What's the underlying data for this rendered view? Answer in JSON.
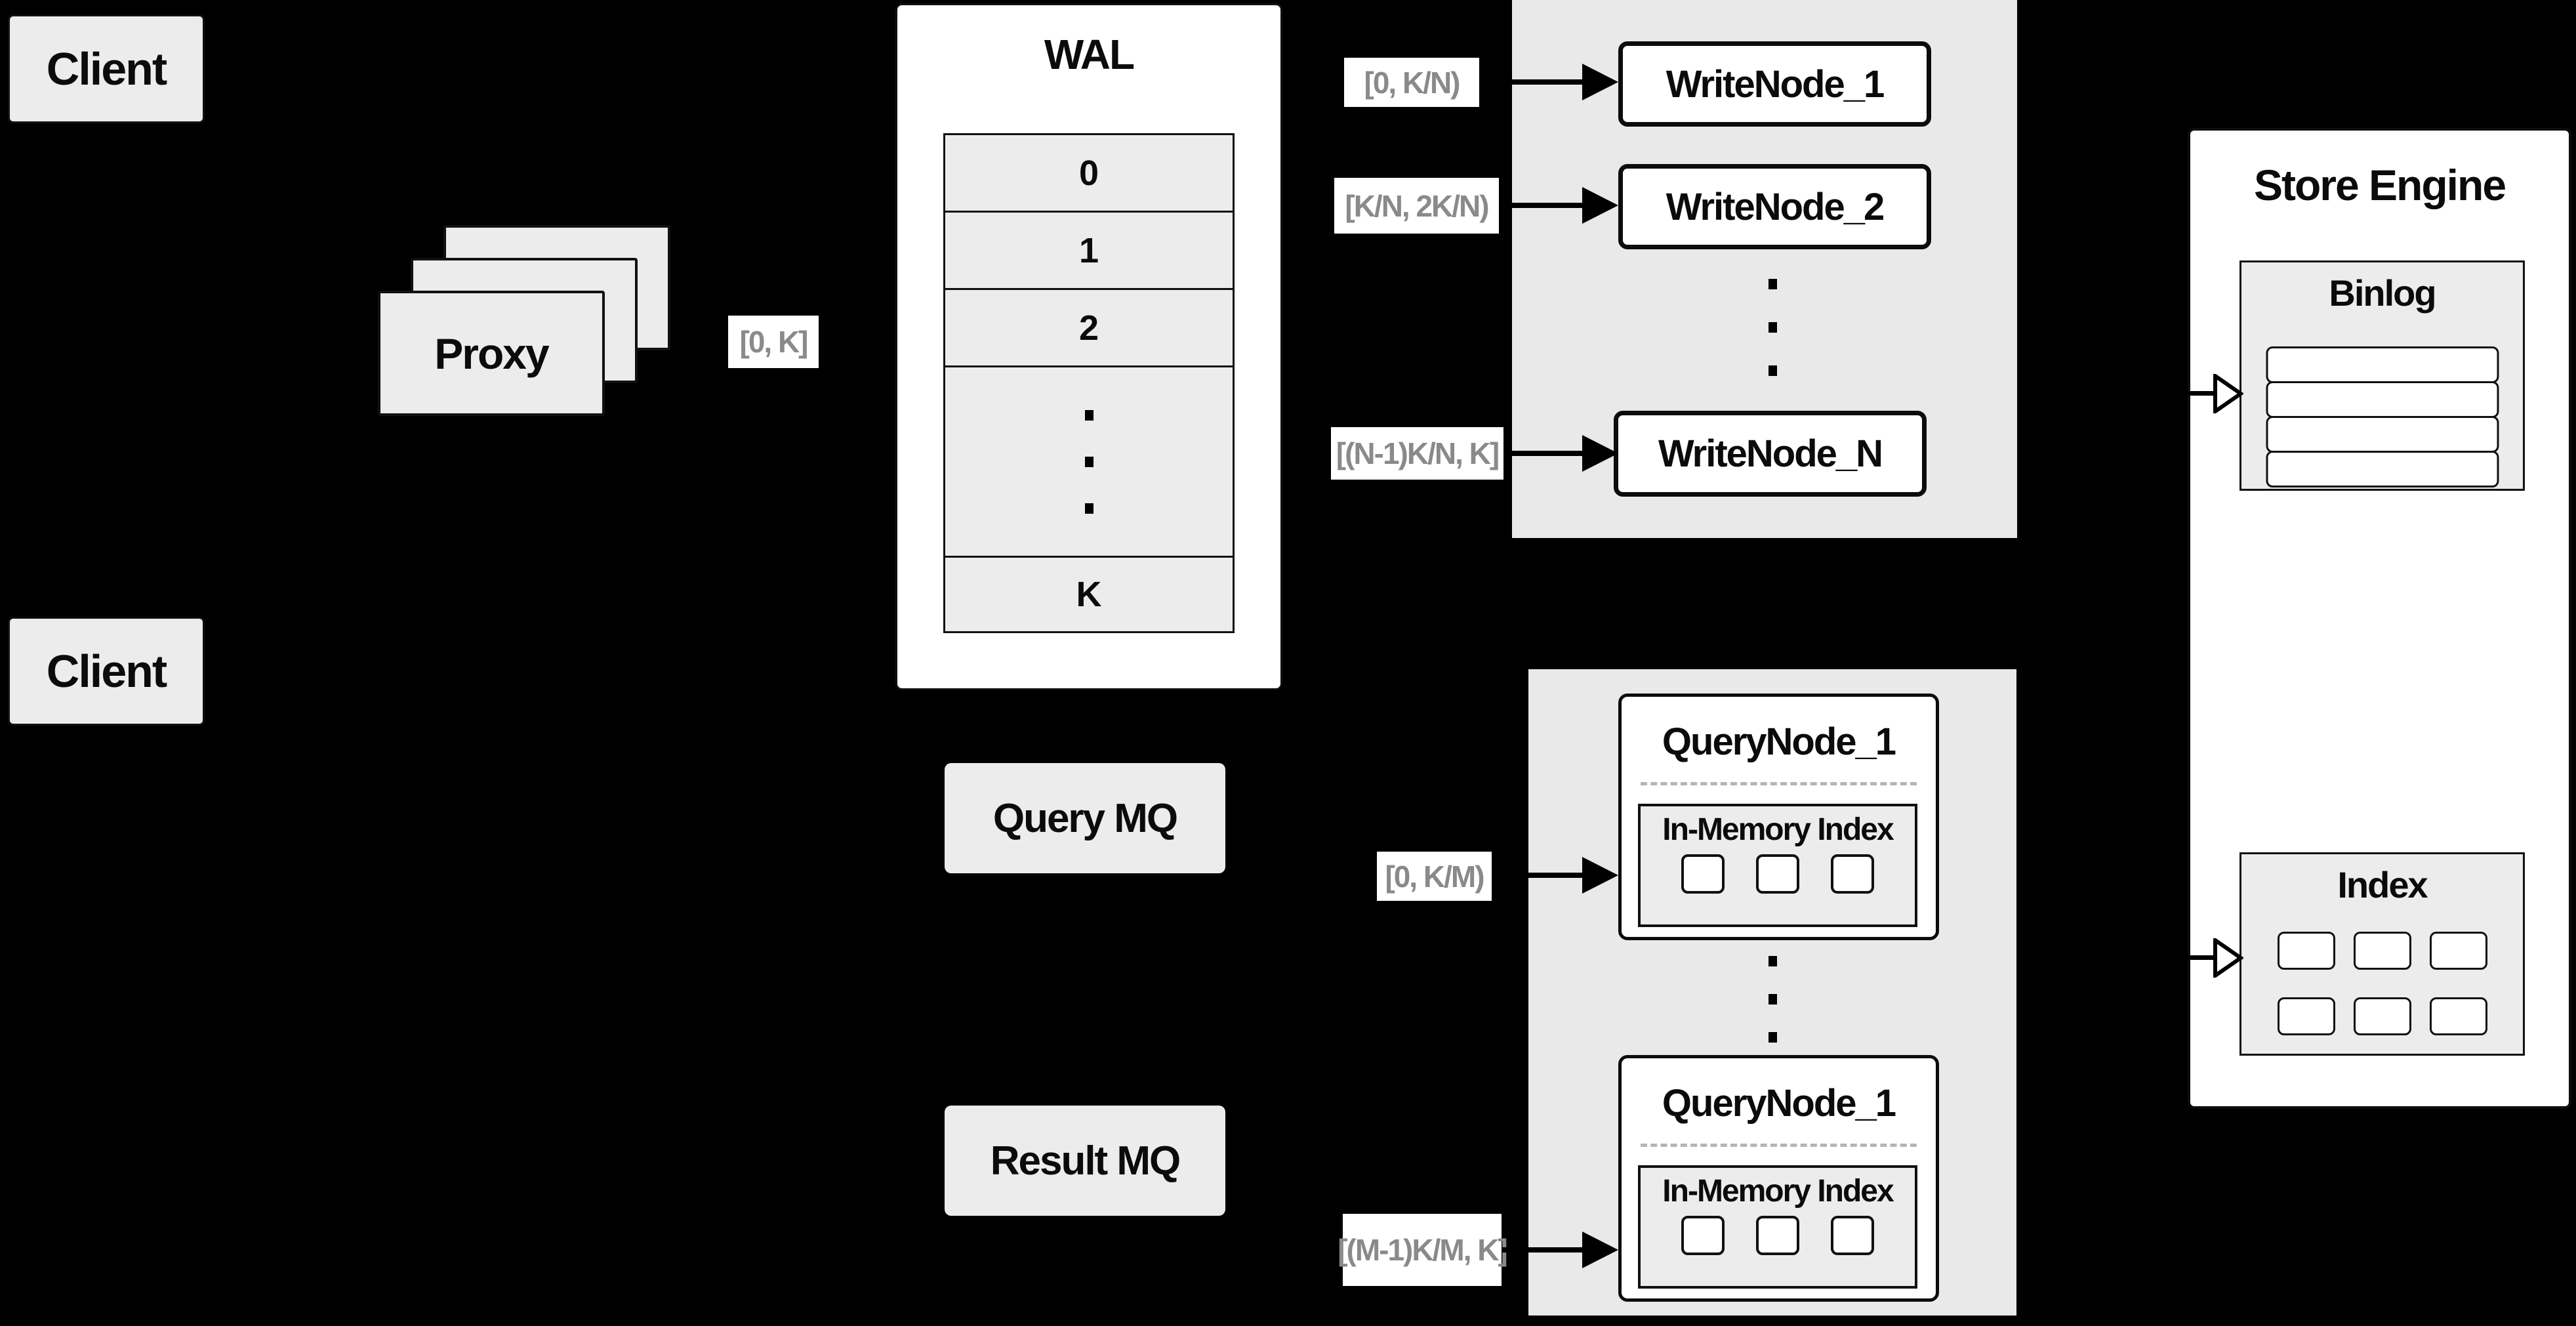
{
  "colors": {
    "background": "#000000",
    "box_gray": "#ececec",
    "container_gray": "#e9e9e9",
    "white": "#ffffff",
    "border": "#111111",
    "label_text": "#8a8a8a"
  },
  "clients": {
    "top": "Client",
    "bottom": "Client"
  },
  "proxy": {
    "label": "Proxy",
    "stack_count": 3
  },
  "wal": {
    "title": "WAL",
    "segments": [
      "0",
      "1",
      "2"
    ],
    "last_segment": "K",
    "ellipsis_dots": 3
  },
  "edge_labels": {
    "proxy_to_wal": "[0, K]",
    "write_1": "[0, K/N)",
    "write_2": "[K/N, 2K/N)",
    "write_n": "[(N-1)K/N, K]",
    "query_1": "[0, K/M)",
    "query_m": "[(M-1)K/M, K]"
  },
  "write_nodes": {
    "node1": "WriteNode_1",
    "node2": "WriteNode_2",
    "nodeN": "WriteNode_N",
    "ellipsis_dots": 3
  },
  "store_engine": {
    "title": "Store Engine",
    "binlog": {
      "title": "Binlog",
      "row_count": 4
    },
    "index": {
      "title": "Index",
      "cell_count": 6
    }
  },
  "queues": {
    "query": "Query MQ",
    "result": "Result MQ"
  },
  "query_nodes": {
    "node1": {
      "title": "QueryNode_1",
      "inner": "In-Memory Index"
    },
    "node2": {
      "title": "QueryNode_1",
      "inner": "In-Memory Index"
    },
    "square_count": 3,
    "ellipsis_dots": 3
  }
}
